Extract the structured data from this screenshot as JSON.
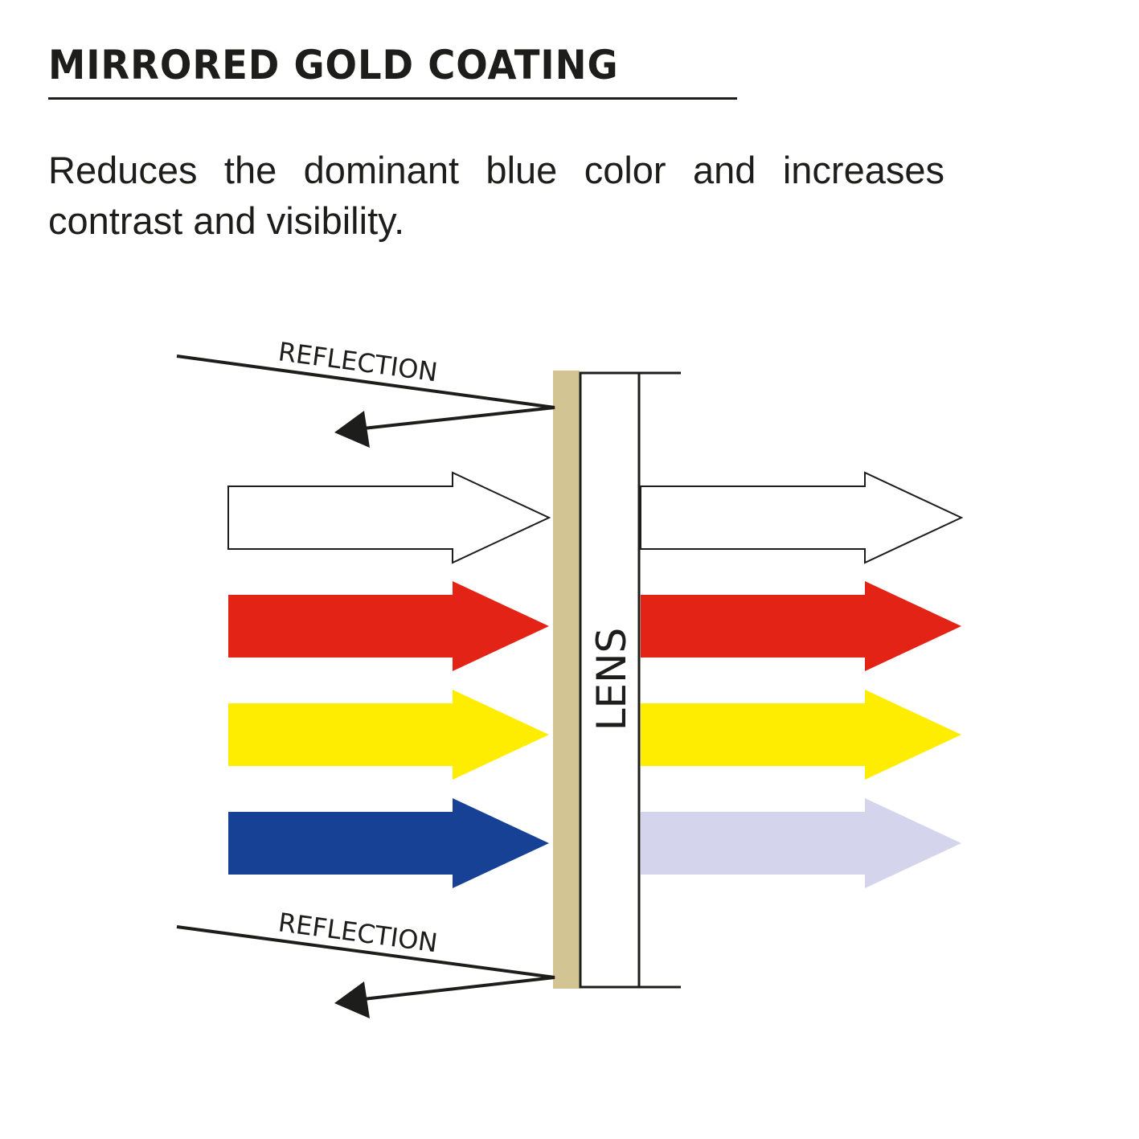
{
  "header": {
    "title": "MIRRORED GOLD COATING",
    "description": "Reduces the dominant blue color and increases contrast and visibility."
  },
  "diagram": {
    "reflection_top_label": "REFLECTION",
    "reflection_bottom_label": "REFLECTION",
    "lens_label": "LENS",
    "colors": {
      "coating": "#d2c493",
      "white": "#ffffff",
      "red": "#e32315",
      "yellow": "#ffed00",
      "blue": "#164194",
      "blue_filtered": "#d4d4ec",
      "ink": "#1d1d1b"
    }
  }
}
